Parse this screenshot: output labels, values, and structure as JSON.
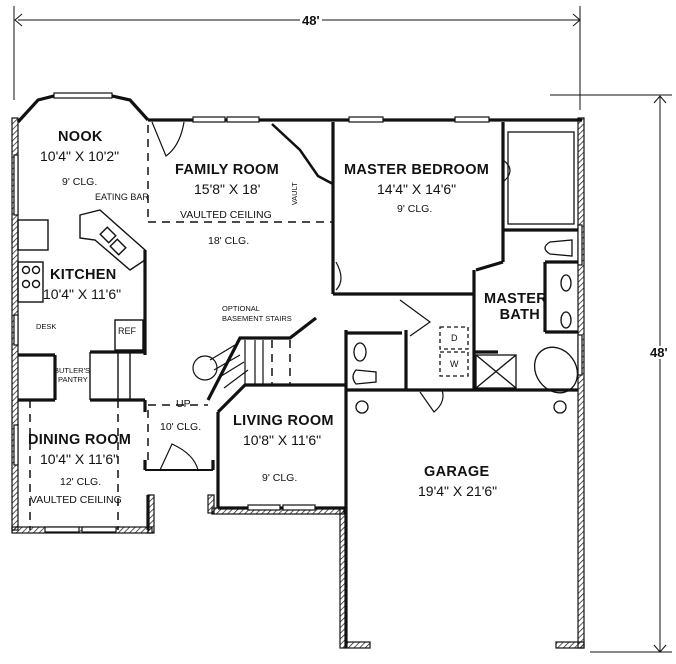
{
  "plan": {
    "overall_width": "48'",
    "overall_depth": "48'",
    "rooms": [
      {
        "id": "nook",
        "name": "NOOK",
        "size": "10'4\" X 10'2\"",
        "ceiling": "9' CLG."
      },
      {
        "id": "family",
        "name": "FAMILY ROOM",
        "size": "15'8\" X 18'",
        "ceiling_note": "VAULTED CEILING",
        "ceiling": "18' CLG.",
        "vault_label": "VAULT"
      },
      {
        "id": "master_bedroom",
        "name": "MASTER BEDROOM",
        "size": "14'4\" X 14'6\"",
        "ceiling": "9' CLG."
      },
      {
        "id": "kitchen",
        "name": "KITCHEN",
        "size": "10'4\" X 11'6\""
      },
      {
        "id": "master_bath",
        "name": "MASTER BATH"
      },
      {
        "id": "dining",
        "name": "DINING ROOM",
        "size": "10'4\" X 11'6\"",
        "ceiling": "12' CLG.",
        "ceiling_note": "VAULTED CEILING"
      },
      {
        "id": "living",
        "name": "LIVING ROOM",
        "size": "10'8\" X 11'6\"",
        "ceiling": "9' CLG."
      },
      {
        "id": "garage",
        "name": "GARAGE",
        "size": "19'4\" X 21'6\""
      },
      {
        "id": "foyer",
        "ceiling": "10' CLG.",
        "stair_label": "UP"
      }
    ],
    "annotations": {
      "eating_bar": "EATING BAR",
      "desk": "DESK",
      "ref": "REF",
      "butlers_pantry_line1": "BUTLER'S",
      "butlers_pantry_line2": "PANTRY",
      "basement_stairs_line1": "OPTIONAL",
      "basement_stairs_line2": "BASEMENT STAIRS",
      "dryer": "D",
      "washer": "W"
    }
  }
}
